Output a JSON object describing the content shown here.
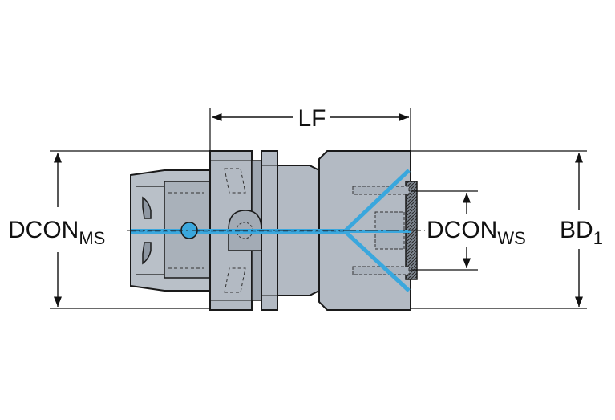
{
  "labels": {
    "lf": "LF",
    "dcon_ms_main": "DCON",
    "dcon_ms_sub": "MS",
    "dcon_ws_main": "DCON",
    "dcon_ws_sub": "WS",
    "bd_main": "BD",
    "bd_sub": "1"
  },
  "colors": {
    "body": "#b3bac3",
    "body_dark": "#8f98a3",
    "outline": "#1a1a1a",
    "coolant": "#3aa7dd",
    "dimension": "#111111",
    "background": "#ffffff"
  }
}
